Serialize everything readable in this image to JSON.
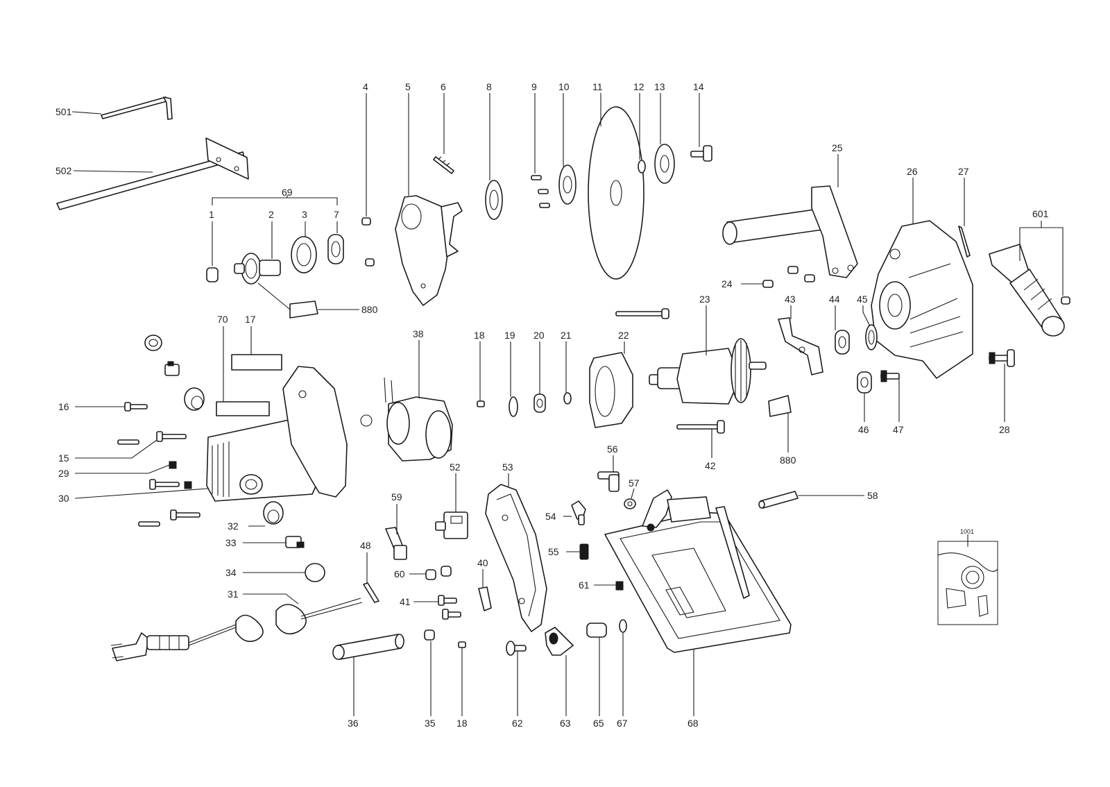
{
  "colors": {
    "line": "#1a1a1a",
    "background": "#ffffff",
    "text": "#222222"
  },
  "callouts": {
    "c501": "501",
    "c502": "502",
    "c69": "69",
    "c1": "1",
    "c2": "2",
    "c3": "3",
    "c7": "7",
    "c880a": "880",
    "c880b": "880",
    "c4": "4",
    "c5": "5",
    "c6": "6",
    "c8": "8",
    "c9": "9",
    "c10": "10",
    "c11": "11",
    "c12": "12",
    "c13": "13",
    "c14": "14",
    "c25": "25",
    "c26": "26",
    "c27": "27",
    "c601": "601",
    "c24": "24",
    "c23": "23",
    "c43": "43",
    "c44": "44",
    "c45": "45",
    "c46": "46",
    "c47": "47",
    "c28": "28",
    "c42": "42",
    "c70": "70",
    "c17": "17",
    "c38": "38",
    "c18a": "18",
    "c18b": "18",
    "c19": "19",
    "c20": "20",
    "c21": "21",
    "c22": "22",
    "c16": "16",
    "c15": "15",
    "c29": "29",
    "c30": "30",
    "c32": "32",
    "c33": "33",
    "c34": "34",
    "c31": "31",
    "c36": "36",
    "c35": "35",
    "c48": "48",
    "c59": "59",
    "c60": "60",
    "c41": "41",
    "c40": "40",
    "c52": "52",
    "c53": "53",
    "c62": "62",
    "c63": "63",
    "c56": "56",
    "c57": "57",
    "c54": "54",
    "c55": "55",
    "c61": "61",
    "c65": "65",
    "c67": "67",
    "c68": "68",
    "c58": "58",
    "c1001": "1001"
  }
}
